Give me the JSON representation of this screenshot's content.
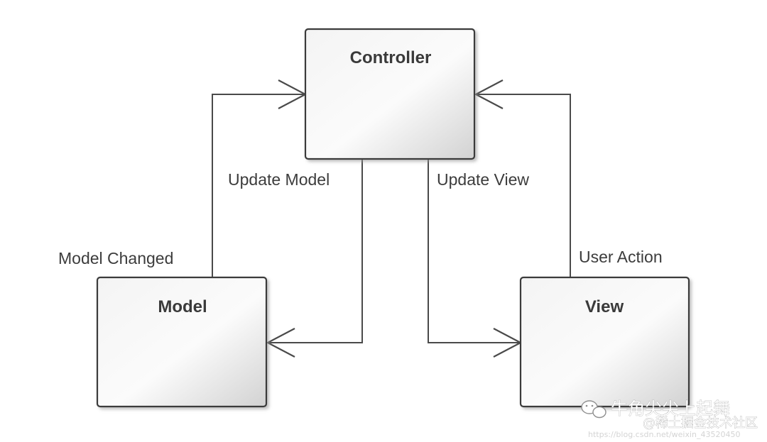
{
  "nodes": {
    "controller": {
      "label": "Controller"
    },
    "model": {
      "label": "Model"
    },
    "view": {
      "label": "View"
    }
  },
  "edges": {
    "update_model": {
      "label": "Update Model"
    },
    "update_view": {
      "label": "Update View"
    },
    "model_changed": {
      "label": "Model Changed"
    },
    "user_action": {
      "label": "User Action"
    }
  },
  "watermark": {
    "title": "牛角尖尖上起舞",
    "subtitle": "@稀土掘金技术社区",
    "url": "https://blog.csdn.net/weixin_43520450"
  },
  "colors": {
    "box_border": "#3a3a3a",
    "box_fill_top": "#ffffff",
    "box_fill_bottom": "#d6d6d6",
    "line": "#4a4a4a",
    "text": "#3c3c3c"
  }
}
